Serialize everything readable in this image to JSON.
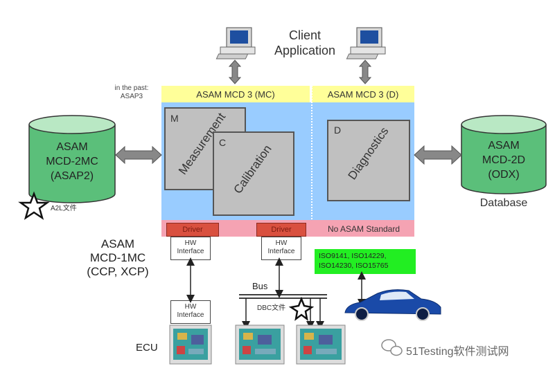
{
  "client_application": "Client\nApplication",
  "in_the_past": "in the past:\nASAP3",
  "mcd3_mc": "ASAM MCD 3 (MC)",
  "mcd3_d": "ASAM MCD 3 (D)",
  "measurement_letter": "M",
  "measurement": "Measurement",
  "calibration_letter": "C",
  "calibration": "Calibration",
  "diagnostics_letter": "D",
  "diagnostics": "Diagnostics",
  "left_db": "ASAM\nMCD-2MC\n(ASAP2)",
  "right_db": "ASAM\nMCD-2D\n(ODX)",
  "database": "Database",
  "a2l_label": "A2L文件",
  "driver_1": "Driver",
  "driver_2": "Driver",
  "no_asam_standard": "No ASAM Standard",
  "hw_interface_1": "HW\nInterface",
  "hw_interface_2": "HW\nInterface",
  "hw_interface_3": "HW\nInterface",
  "mcd1mc": "ASAM\nMCD-1MC\n(CCP, XCP)",
  "iso_text": "ISO9141, ISO14229,\nISO14230, ISO15765",
  "bus": "Bus",
  "dbc_label": "DBC文件",
  "ecu": "ECU",
  "watermark": "51Testing软件测试网",
  "colors": {
    "yellow": "#ffff99",
    "blue": "#99ccff",
    "pink": "#f5a3b3",
    "driver_red": "#d9503f",
    "iso_green": "#22ee22",
    "db_green": "#5bbf7a",
    "car_blue": "#1a4aa8"
  }
}
